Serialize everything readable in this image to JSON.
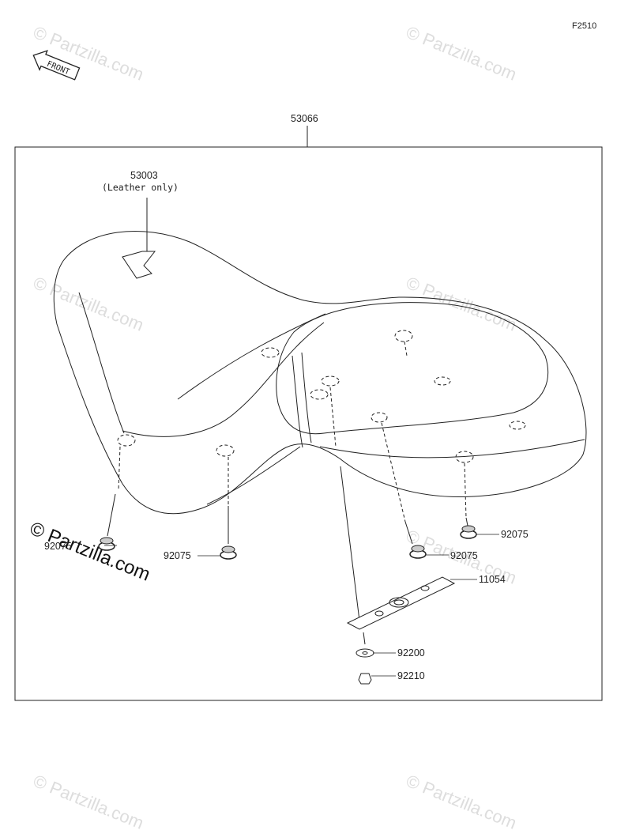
{
  "figure_code": "F2510",
  "front_label": "FRONT",
  "watermark": "© Partzilla.com",
  "assembly": {
    "part": "53066"
  },
  "callouts": {
    "c53003": "53003",
    "c53003_note": "(Leather only)",
    "c92075a": "92075",
    "c92075b": "92075",
    "c92075c": "92075",
    "c92075d": "92075",
    "c11054": "11054",
    "c92200": "92200",
    "c92210": "92210"
  }
}
